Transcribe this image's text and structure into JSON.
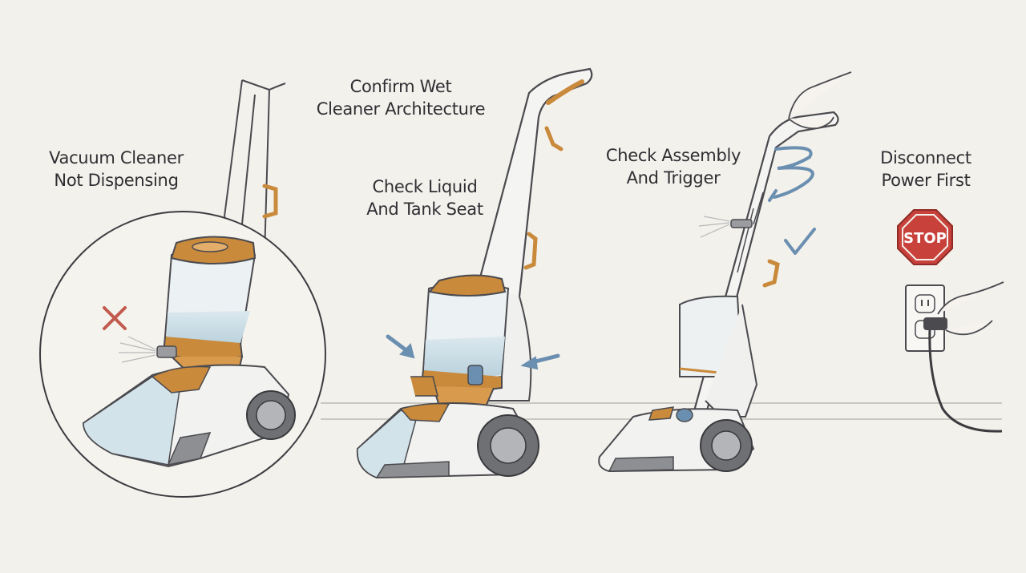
{
  "steps": [
    {
      "line1": "Vacuum Cleaner",
      "line2": "Not Dispensing"
    },
    {
      "line1": "Confirm Wet",
      "line2": "Cleaner Architecture"
    },
    {
      "line1": "Check Liquid",
      "line2": "And Tank Seat"
    },
    {
      "line1": "Check Assembly",
      "line2": "And Trigger"
    },
    {
      "line1": "Disconnect",
      "line2": "Power First"
    }
  ],
  "stop_sign": {
    "text": "STOP"
  },
  "colors": {
    "background": "#f3f1ec",
    "accent_orange": "#c98a3c",
    "stop_red": "#c8423b",
    "arrow_blue": "#6b8fb0",
    "cross_red": "#c25a4e",
    "outline": "#4a4a4f"
  }
}
